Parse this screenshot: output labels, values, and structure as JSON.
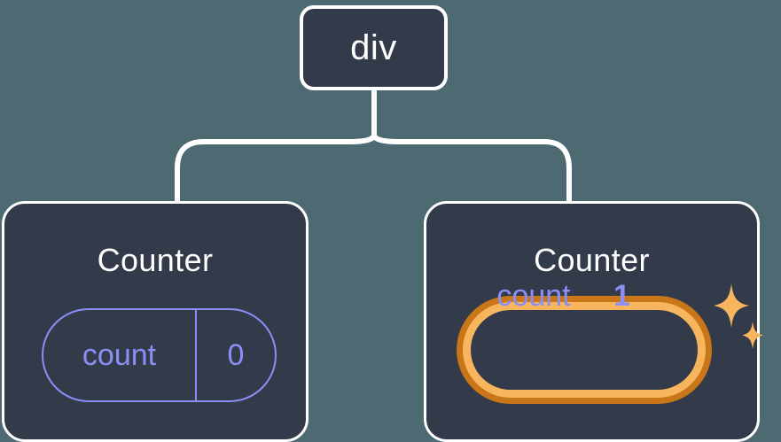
{
  "diagram": {
    "type": "component-tree",
    "background_color": "#4d6a72",
    "node_fill": "#333b4a",
    "node_stroke": "#ffffff",
    "accent_purple": "#8b8ff5",
    "highlight_orange_outer": "#c87618",
    "highlight_orange_inner": "#f7b65e",
    "root": {
      "label": "div"
    },
    "children": [
      {
        "title": "Counter",
        "state": {
          "key": "count",
          "value": "0"
        },
        "highlighted": false
      },
      {
        "title": "Counter",
        "state": {
          "key": "count",
          "value": "1"
        },
        "highlighted": true,
        "sparkle_icon": "sparkles-icon"
      }
    ]
  }
}
